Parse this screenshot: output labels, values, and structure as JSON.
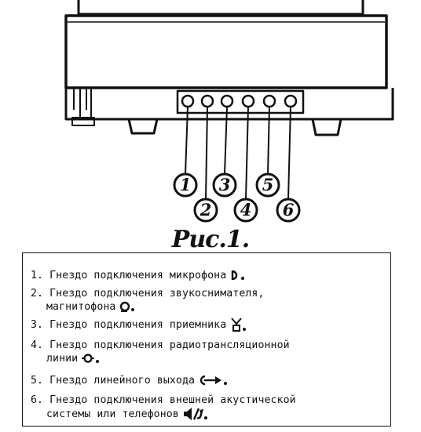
{
  "figure": {
    "caption": "Рис.1.",
    "callouts": [
      "1",
      "2",
      "3",
      "4",
      "5",
      "6"
    ]
  },
  "legend": {
    "items": [
      {
        "number": "1.",
        "line1": "Гнездо подключения микрофона",
        "line2": "",
        "symbol": "microphone-jack-icon"
      },
      {
        "number": "2.",
        "line1": "Гнездо подключения звукоснимателя,",
        "line2": "магнитофона",
        "symbol": "tape-recorder-jack-icon"
      },
      {
        "number": "3.",
        "line1": "Гнездо подключения приемника",
        "line2": "",
        "symbol": "receiver-jack-icon"
      },
      {
        "number": "4.",
        "line1": "Гнездо подключения радиотрансляционной",
        "line2": "линии",
        "symbol": "radio-line-jack-icon"
      },
      {
        "number": "5.",
        "line1": "Гнездо линейного выхода",
        "line2": "",
        "symbol": "line-out-arrow-icon"
      },
      {
        "number": "6.",
        "line1": "Гнездо подключения внешней акустической",
        "line2": "системы или телефонов",
        "symbol": "speaker-icon"
      }
    ]
  }
}
